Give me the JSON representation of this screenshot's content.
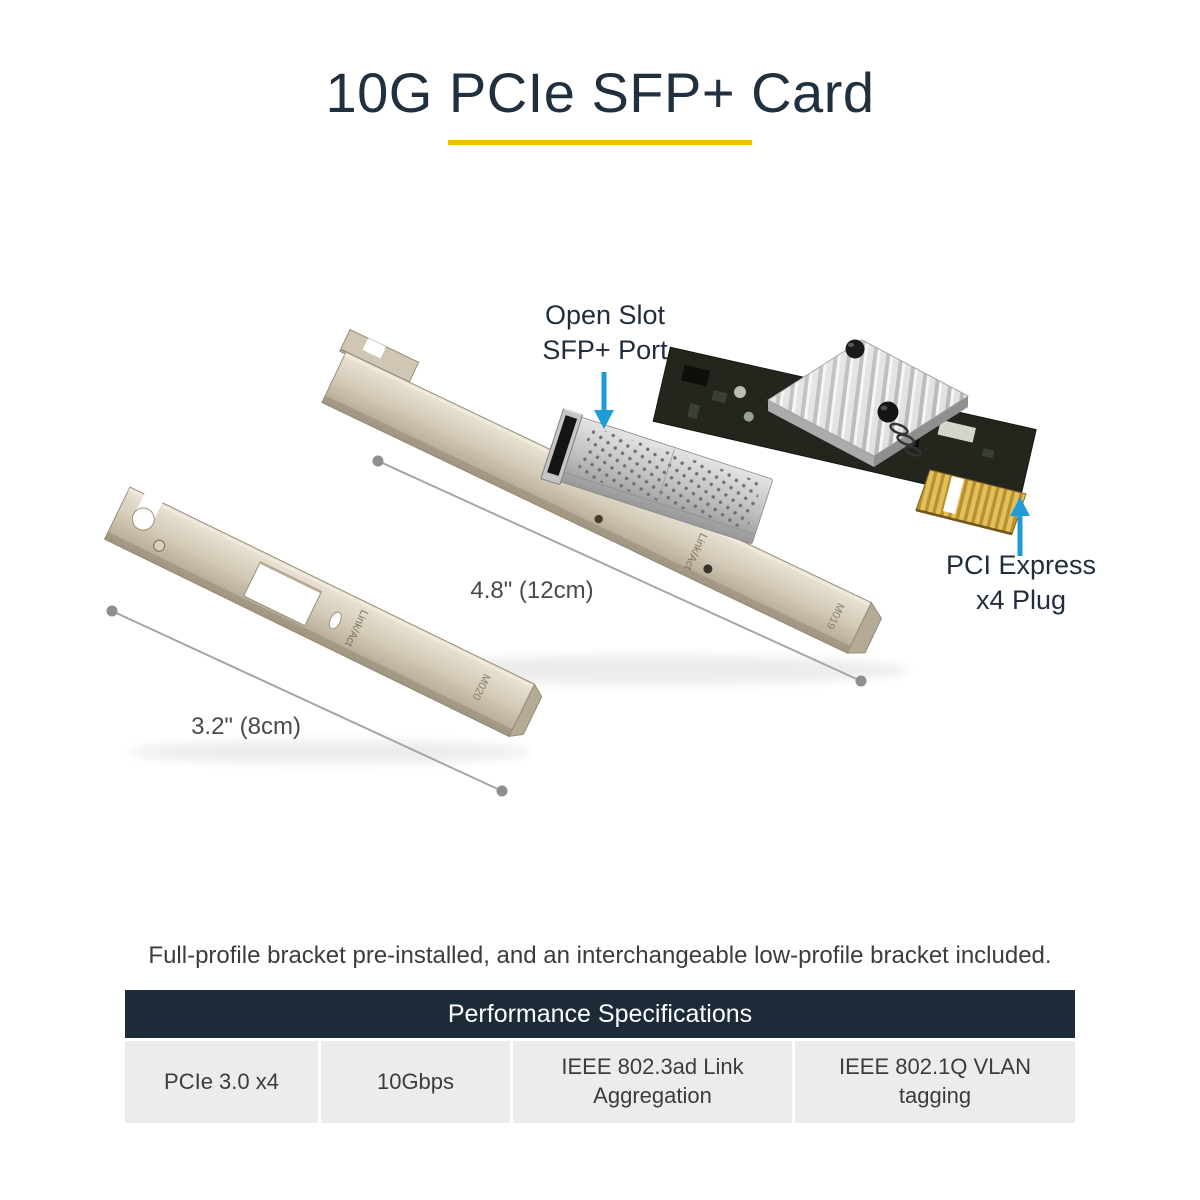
{
  "page": {
    "title": "10G PCIe SFP+ Card",
    "caption": "Full-profile bracket pre-installed, and an interchangeable low-profile bracket included."
  },
  "annotations": {
    "sfp_port": {
      "line1": "Open Slot",
      "line2": "SFP+ Port"
    },
    "pcie_plug": {
      "line1": "PCI Express",
      "line2": "x4 Plug"
    },
    "card_length_label": "4.8\" (12cm)",
    "bracket_length_label": "3.2\" (8cm)"
  },
  "product_markings": {
    "full_bracket_led_label": "Link/Act",
    "full_bracket_model": "M019",
    "low_profile_led_label": "Link/Act",
    "low_profile_model": "M020"
  },
  "spec_table": {
    "header": "Performance Specifications",
    "cells": [
      "PCIe 3.0 x4",
      "10Gbps",
      "IEEE 802.3ad Link Aggregation",
      "IEEE 802.1Q VLAN tagging"
    ]
  },
  "colors": {
    "title_navy": "#20303f",
    "accent_gold": "#eec200",
    "callout_blue": "#1e9cd8",
    "table_header_bg": "#1d2b39",
    "table_cell_bg": "#ececec"
  }
}
